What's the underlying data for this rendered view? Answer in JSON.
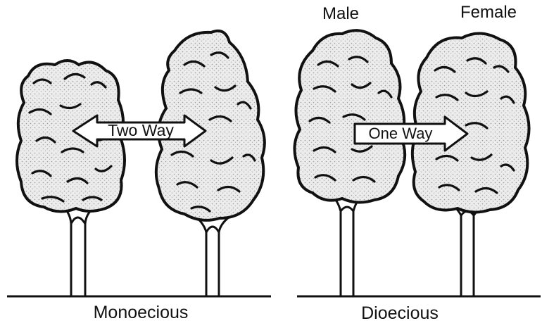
{
  "labels": {
    "male": "Male",
    "female": "Female",
    "two_way": "Two Way",
    "one_way": "One Way",
    "monoecious": "Monoecious",
    "dioecious": "Dioecious"
  },
  "colors": {
    "ink": "#111111",
    "foliage_fill": "#e6e6e6",
    "background": "#ffffff"
  },
  "panels": [
    {
      "name": "monoecious",
      "trees": 2,
      "arrow": "two-way"
    },
    {
      "name": "dioecious",
      "trees": 2,
      "arrow": "one-way"
    }
  ]
}
